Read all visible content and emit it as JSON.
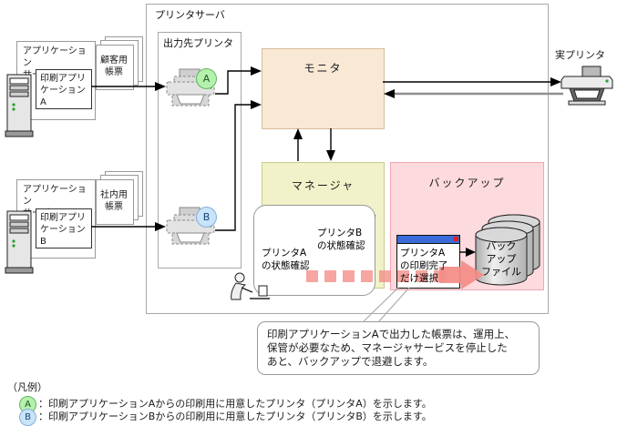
{
  "colors": {
    "monitor_fill": "#F8E8D4",
    "monitor_border": "#D9BC9B",
    "manager_fill": "#F1F2C9",
    "manager_border": "#C9CB8D",
    "backup_fill": "#FDDADD",
    "backup_border": "#F1A6AE",
    "dialog_titlebar": "#3A6BD8",
    "dialog_close_button": "#E02020",
    "dashed_flow_arrow": "#F48C86",
    "badge_a_fill": "#B5F0AD",
    "badge_a_border": "#5FB85F",
    "badge_b_fill": "#C9E3F9",
    "badge_b_border": "#86AEDD"
  },
  "printer_server": {
    "label": "プリンタサーバ",
    "output_printer_label": "出力先プリンタ"
  },
  "app_server_a": {
    "title": "アプリケーション\nサーバ",
    "app_label": "印刷アプリ\nケーションA",
    "docs_label": "顧客用\n帳票"
  },
  "app_server_b": {
    "title": "アプリケーション\nサーバ",
    "app_label": "印刷アプリ\nケーションB",
    "docs_label": "社内用\n帳票"
  },
  "printers": {
    "badge_a": "A",
    "badge_b": "B"
  },
  "services": {
    "monitor": "モニタ",
    "manager": "マネージャ",
    "backup": "バックアップ"
  },
  "real_printer_label": "実プリンタ",
  "dialogs": {
    "status_a": "プリンタA\nの状態確認",
    "status_b": "プリンタB\nの状態確認",
    "select": "プリンタA\nの印刷完了\nだけ選択"
  },
  "backup_file_label": "バック\nアップ\nファイル",
  "note": "印刷アプリケーションAで出力した帳票は、運用上、\n保管が必要なため、マネージャサービスを停止した\nあと、バックアップで退避します。",
  "legend": {
    "title": "（凡例）",
    "badge_a": "A",
    "badge_b": "B",
    "item_a": "：印刷アプリケーションAからの印刷用に用意したプリンタ（プリンタA）を示します。",
    "item_b": "：印刷アプリケーションBからの印刷用に用意したプリンタ（プリンタB）を示します。"
  }
}
